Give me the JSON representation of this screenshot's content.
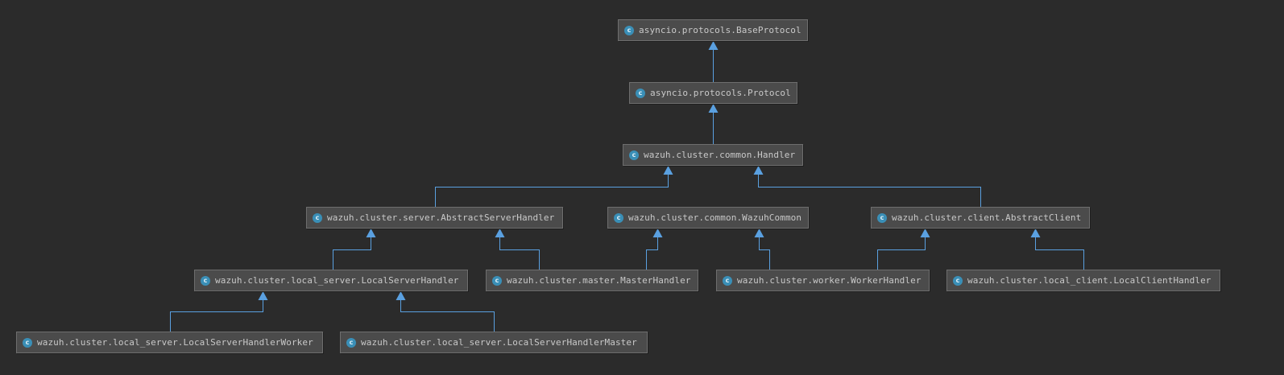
{
  "diagram": {
    "class_icon_letter": "c",
    "colors": {
      "background": "#2b2b2b",
      "node": "#4b4b4b",
      "edge": "#5aa0e0",
      "icon": "#3a8fb7"
    },
    "nodes": [
      {
        "id": "base_protocol",
        "label": "asyncio.protocols.BaseProtocol"
      },
      {
        "id": "protocol",
        "label": "asyncio.protocols.Protocol"
      },
      {
        "id": "common_handler",
        "label": "wazuh.cluster.common.Handler"
      },
      {
        "id": "abstract_server_handler",
        "label": "wazuh.cluster.server.AbstractServerHandler"
      },
      {
        "id": "wazuh_common",
        "label": "wazuh.cluster.common.WazuhCommon"
      },
      {
        "id": "abstract_client",
        "label": "wazuh.cluster.client.AbstractClient"
      },
      {
        "id": "local_server_handler",
        "label": "wazuh.cluster.local_server.LocalServerHandler"
      },
      {
        "id": "master_handler",
        "label": "wazuh.cluster.master.MasterHandler"
      },
      {
        "id": "worker_handler",
        "label": "wazuh.cluster.worker.WorkerHandler"
      },
      {
        "id": "local_client_handler",
        "label": "wazuh.cluster.local_client.LocalClientHandler"
      },
      {
        "id": "local_server_handler_worker",
        "label": "wazuh.cluster.local_server.LocalServerHandlerWorker"
      },
      {
        "id": "local_server_handler_master",
        "label": "wazuh.cluster.local_server.LocalServerHandlerMaster"
      }
    ],
    "edges": [
      {
        "from": "protocol",
        "to": "base_protocol"
      },
      {
        "from": "common_handler",
        "to": "protocol"
      },
      {
        "from": "abstract_server_handler",
        "to": "common_handler"
      },
      {
        "from": "abstract_client",
        "to": "common_handler"
      },
      {
        "from": "local_server_handler",
        "to": "abstract_server_handler"
      },
      {
        "from": "master_handler",
        "to": "abstract_server_handler"
      },
      {
        "from": "master_handler",
        "to": "wazuh_common"
      },
      {
        "from": "worker_handler",
        "to": "wazuh_common"
      },
      {
        "from": "worker_handler",
        "to": "abstract_client"
      },
      {
        "from": "local_client_handler",
        "to": "abstract_client"
      },
      {
        "from": "local_server_handler_worker",
        "to": "local_server_handler"
      },
      {
        "from": "local_server_handler_master",
        "to": "local_server_handler"
      }
    ]
  }
}
